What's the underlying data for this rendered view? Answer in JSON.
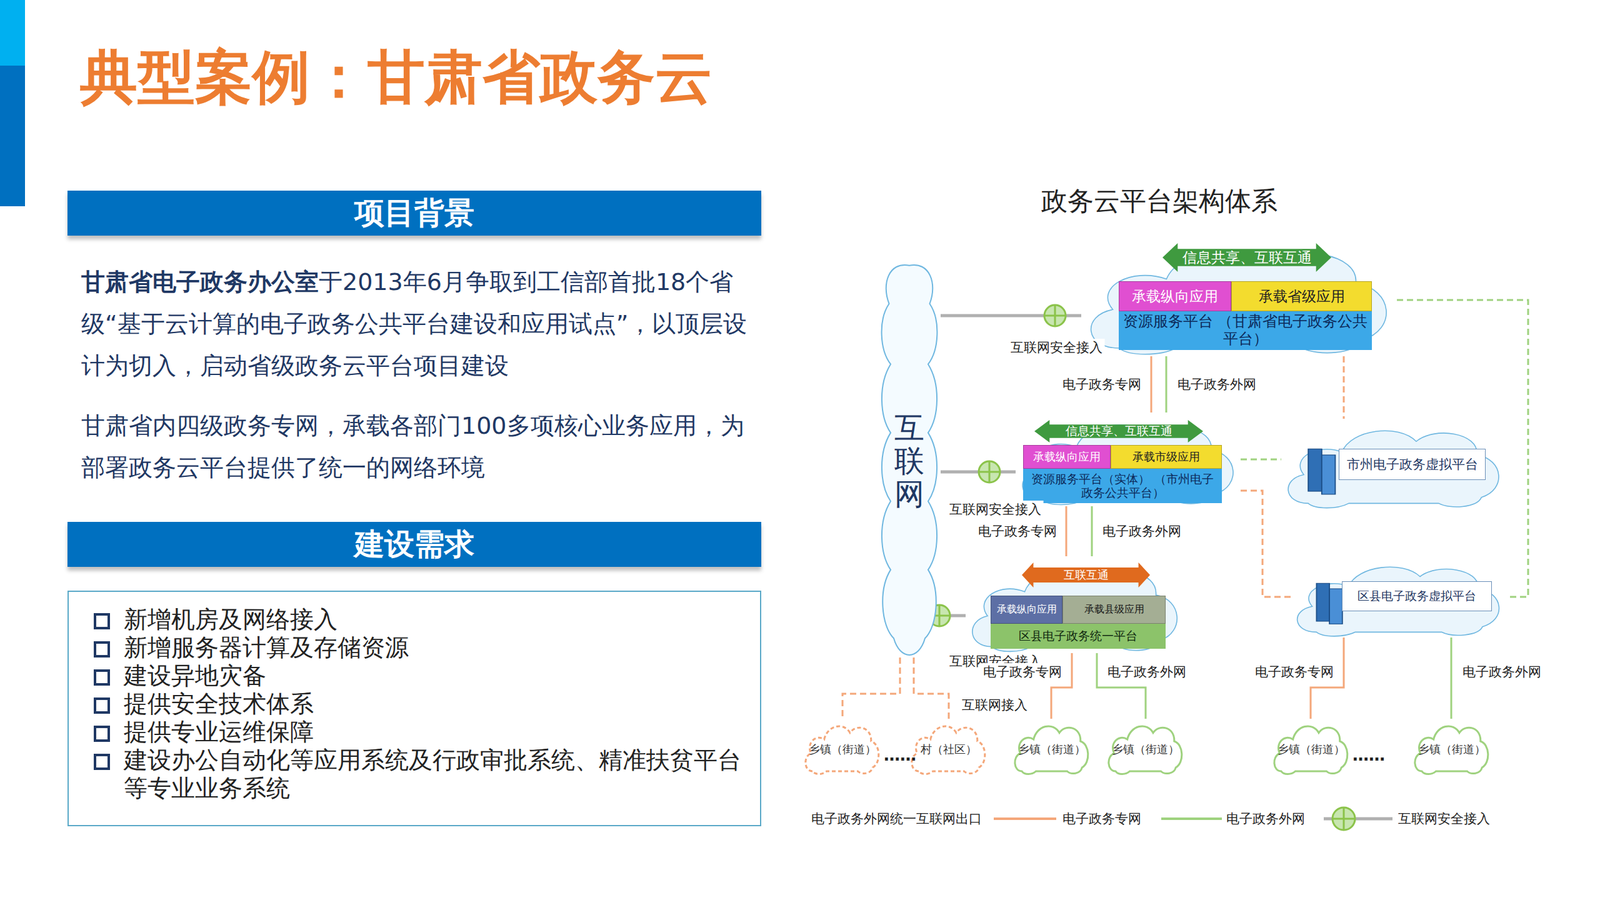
{
  "diagram": {
    "title": "典型案例：甘肃省政务云",
    "nodes": [
      {
        "text": [
          "项目背景"
        ]
      },
      {
        "text": [
          "建设需求"
        ]
      },
      {
        "text": [
          "新增机房及网络接入",
          "新增服务器计算及存储资源",
          "建设异地灾备",
          "提供安全技术体系",
          "提供专业运维保障",
          "建设办公自动化等应用系统及行政审批系统、精准扶贫平台等专业业务系统"
        ]
      },
      {
        "text": [
          "互联网"
        ]
      },
      {
        "text": [
          "资源服务平台 （甘肃省电子政务公共平台）"
        ]
      },
      {
        "text": [
          "信息共享、互联互通"
        ],
        "in": 4
      },
      {
        "text": [
          "承载纵向应用"
        ],
        "in": 4
      },
      {
        "text": [
          "承载省级应用"
        ],
        "in": 4
      },
      {
        "text": [
          "资源服务平台（实体） （市州电子政务公共平台）"
        ]
      },
      {
        "text": [
          "信息共享、互联互通"
        ],
        "in": 8
      },
      {
        "text": [
          "承载纵向应用"
        ],
        "in": 8
      },
      {
        "text": [
          "承载市级应用"
        ],
        "in": 8
      },
      {
        "text": [
          "区县电子政务统一平台"
        ]
      },
      {
        "text": [
          "互联互通"
        ],
        "in": 12
      },
      {
        "text": [
          "承载纵向应用"
        ],
        "in": 12
      },
      {
        "text": [
          "承载县级应用"
        ],
        "in": 12
      },
      {
        "text": [
          "市州电子政务虚拟平台"
        ]
      },
      {
        "text": [
          "区县电子政务虚拟平台"
        ]
      },
      {
        "text": [
          "乡镇（街道）"
        ]
      },
      {
        "text": [
          "村（社区）"
        ]
      },
      {
        "text": [
          "乡镇（街道）"
        ]
      },
      {
        "text": [
          "乡镇（街道）"
        ]
      },
      {
        "text": [
          "乡镇（街道）"
        ]
      },
      {
        "text": [
          "乡镇（街道）"
        ]
      }
    ],
    "edges": [
      {
        "from": 3,
        "to": 4,
        "arrow": "none",
        "label": "互联网安全接入"
      },
      {
        "from": 3,
        "to": 8,
        "arrow": "none",
        "label": "互联网安全接入"
      },
      {
        "from": 3,
        "to": 12,
        "arrow": "none",
        "label": "互联网安全接入"
      },
      {
        "from": 4,
        "to": 8,
        "arrow": "none",
        "label": "电子政务专网"
      },
      {
        "from": 4,
        "to": 8,
        "arrow": "none",
        "label": "电子政务外网"
      },
      {
        "from": 8,
        "to": 12,
        "arrow": "none",
        "label": "电子政务专网"
      },
      {
        "from": 8,
        "to": 12,
        "arrow": "none",
        "label": "电子政务外网"
      },
      {
        "from": 4,
        "to": 16,
        "arrow": "none"
      },
      {
        "from": 4,
        "to": 17,
        "arrow": "none"
      },
      {
        "from": 8,
        "to": 16,
        "arrow": "none"
      },
      {
        "from": 8,
        "to": 17,
        "arrow": "none"
      },
      {
        "from": 12,
        "to": 20,
        "arrow": "none",
        "label": "电子政务专网"
      },
      {
        "from": 12,
        "to": 21,
        "arrow": "none",
        "label": "电子政务外网"
      },
      {
        "from": 17,
        "to": 22,
        "arrow": "none",
        "label": "电子政务专网"
      },
      {
        "from": 17,
        "to": 23,
        "arrow": "none",
        "label": "电子政务外网"
      },
      {
        "from": 3,
        "to": 18,
        "arrow": "none",
        "label": "互联网接入"
      },
      {
        "from": 3,
        "to": 19,
        "arrow": "none"
      }
    ],
    "labels": [
      "甘肃省电子政务办公室",
      "于2013年6月争取到工信部首批18个省级“基于云计算的电子政务公共平台建设和应用试点”，以顶层设计为切入，启动省级政务云平台项目建设",
      "甘肃省内四级政务专网，承载各部门100多项核心业务应用，为部署政务云平台提供了统一的网络环境",
      "政务云平台架构体系",
      "……",
      "……"
    ],
    "legend": [
      {
        "text": "电子政务外网统一互联网出口"
      },
      {
        "text": "电子政务专网"
      },
      {
        "text": "电子政务外网"
      },
      {
        "text": "互联网安全接入"
      }
    ]
  }
}
